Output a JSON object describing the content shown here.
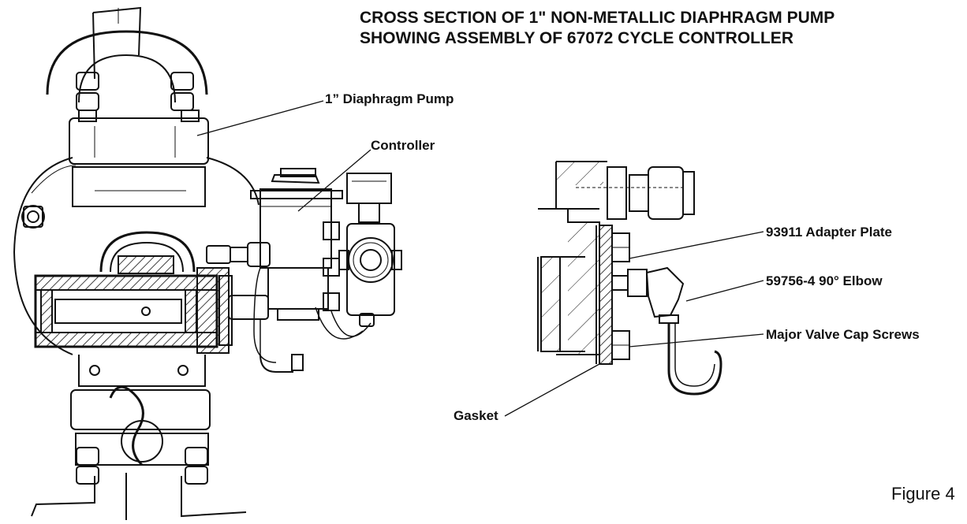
{
  "title": {
    "line1": "CROSS SECTION OF 1\" NON-METALLIC DIAPHRAGM PUMP",
    "line2": "SHOWING ASSEMBLY OF 67072 CYCLE CONTROLLER"
  },
  "labels": {
    "pump": "1” Diaphragm Pump",
    "controller": "Controller",
    "adapter_plate": "93911 Adapter Plate",
    "elbow": "59756-4 90° Elbow",
    "cap_screws": "Major Valve Cap Screws",
    "gasket": "Gasket"
  },
  "figure_caption": "Figure 4",
  "colors": {
    "ink": "#111111",
    "background": "#ffffff"
  }
}
